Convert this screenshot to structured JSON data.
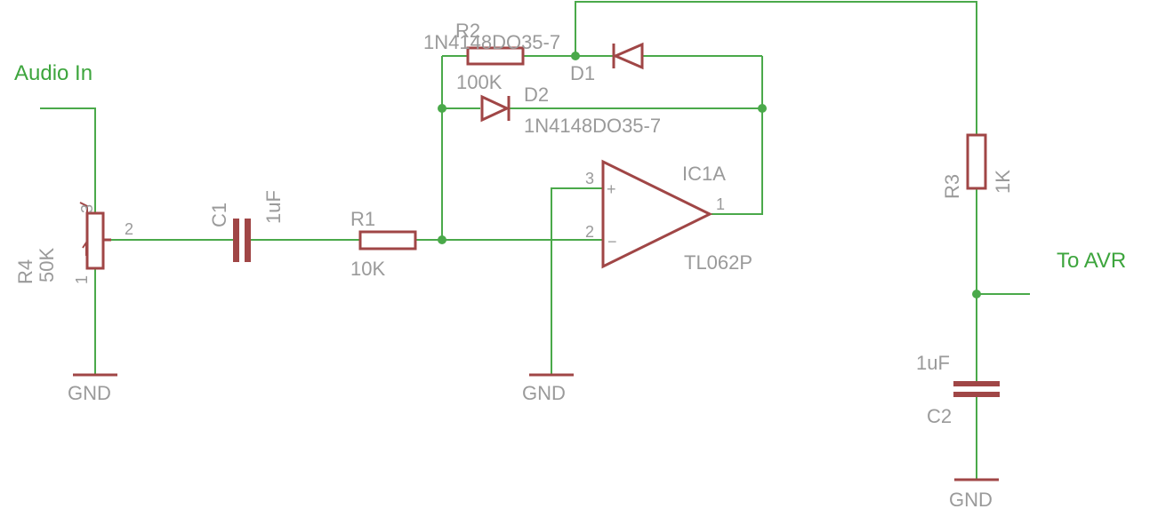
{
  "nets": {
    "input": "Audio In",
    "output": "To AVR",
    "gnd_r4": "GND",
    "gnd_ic": "GND",
    "gnd_c2": "GND"
  },
  "r4": {
    "name": "R4",
    "value": "50K",
    "pin1": "1",
    "pin2": "2",
    "pin3": "3"
  },
  "c1": {
    "name": "C1",
    "value": "1uF"
  },
  "r1": {
    "name": "R1",
    "value": "10K"
  },
  "r2": {
    "name": "R2",
    "value": "100K"
  },
  "d1": {
    "name": "D1",
    "value": "1N4148DO35-7"
  },
  "d2": {
    "name": "D2",
    "value": "1N4148DO35-7"
  },
  "ic1": {
    "name": "IC1A",
    "value": "TL062P",
    "pin1": "1",
    "pin2": "2",
    "pin3": "3",
    "plus": "+",
    "minus": "−"
  },
  "r3": {
    "name": "R3",
    "value": "1K"
  },
  "c2": {
    "name": "C2",
    "value": "1uF"
  }
}
